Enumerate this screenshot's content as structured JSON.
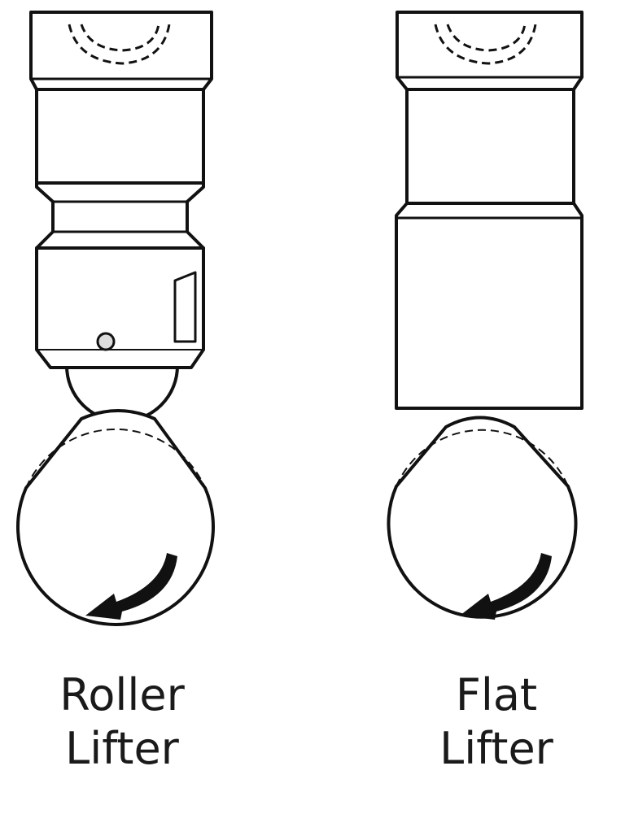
{
  "diagrams": [
    {
      "label_line1": "Roller",
      "label_line2": "Lifter"
    },
    {
      "label_line1": "Flat",
      "label_line2": "Lifter"
    }
  ],
  "colors": {
    "stroke": "#111111",
    "background": "#ffffff"
  }
}
